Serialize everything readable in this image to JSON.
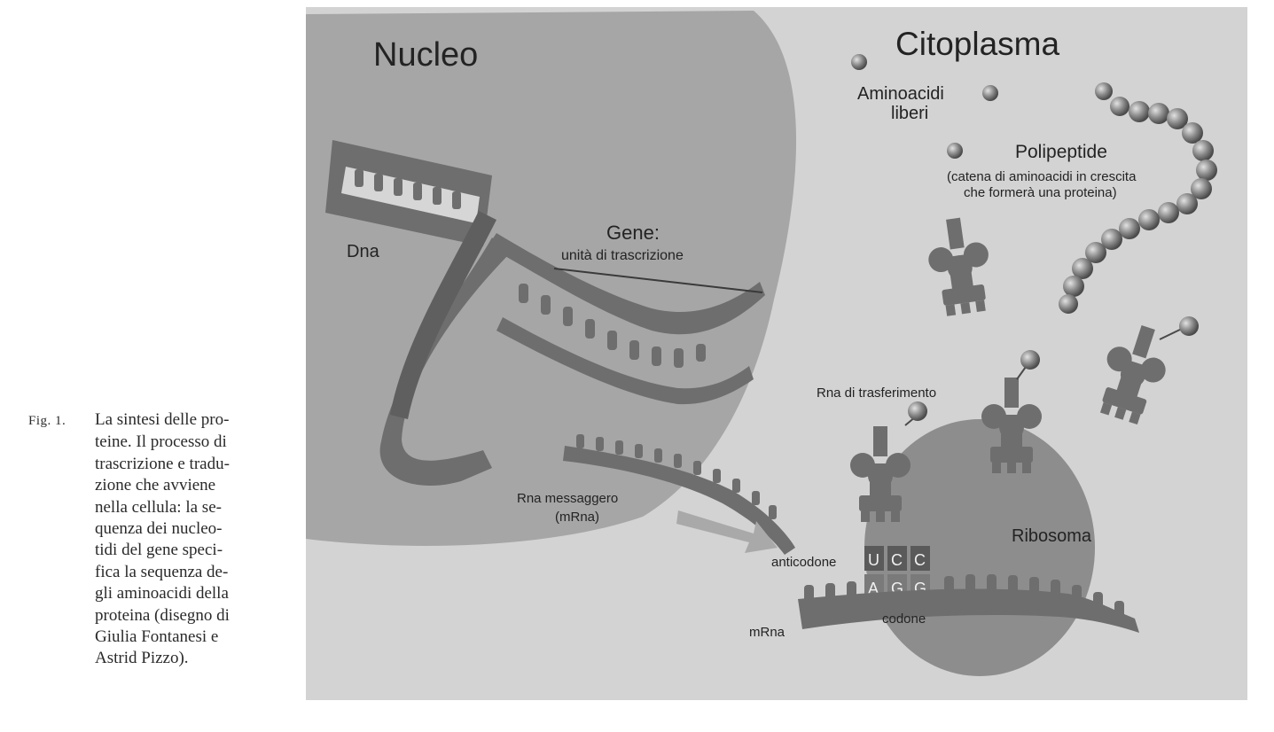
{
  "caption": {
    "number": "Fig. 1.",
    "lines": [
      "La sintesi delle pro-",
      "teine. Il processo di",
      "trascrizione e tradu-",
      "zione che avviene",
      "nella cellula: la se-",
      "quenza dei nucleo-",
      "tidi del gene speci-",
      "fica la sequenza de-",
      "gli aminoacidi della",
      "proteina (disegno di",
      "Giulia Fontanesi e",
      "Astrid Pizzo)."
    ]
  },
  "diagram": {
    "nucleus_title": "Nucleo",
    "cytoplasm_title": "Citoplasma",
    "dna_label": "Dna",
    "gene_title": "Gene:",
    "gene_subtitle": "unità di trascrizione",
    "free_amino_line1": "Aminoacidi",
    "free_amino_line2": "liberi",
    "polypeptide_title": "Polipeptide",
    "polypeptide_line1": "(catena di aminoacidi in crescita",
    "polypeptide_line2": "che formerà una proteina)",
    "trna_label": "Rna di trasferimento",
    "mrna_messenger_line1": "Rna messaggero",
    "mrna_messenger_line2": "(mRna)",
    "ribosome_label": "Ribosoma",
    "anticodon_label": "anticodone",
    "codon_label": "codone",
    "mrna_label": "mRna",
    "anticodon_bases": [
      "U",
      "C",
      "C"
    ],
    "codon_bases": [
      "A",
      "G",
      "G"
    ]
  },
  "colors": {
    "paper": "#d3d3d3",
    "nucleus": "#a6a6a6",
    "strand": "#6e6e6e",
    "ribosome": "#8d8d8d"
  }
}
